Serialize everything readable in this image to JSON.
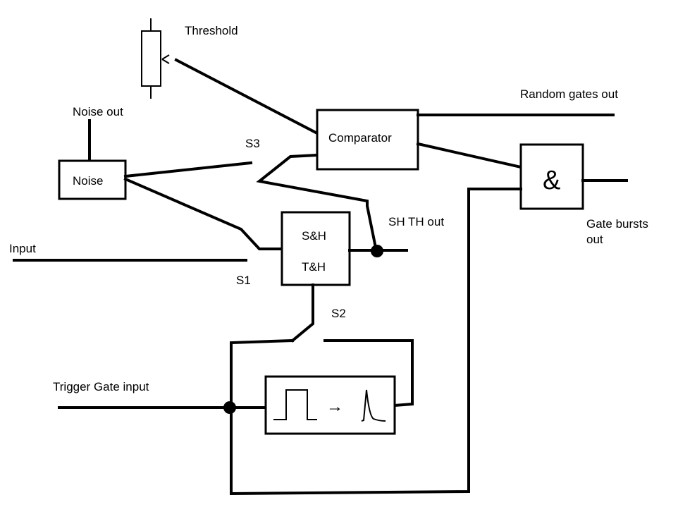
{
  "labels": {
    "threshold": "Threshold",
    "noise_out": "Noise out",
    "noise": "Noise",
    "s3": "S3",
    "comparator": "Comparator",
    "random_gates_out": "Random gates out",
    "and_symbol": "&",
    "gate_bursts_out_line1": "Gate bursts",
    "gate_bursts_out_line2": "out",
    "sh_th_out": "SH TH out",
    "sh": "S&H",
    "th": "T&H",
    "input": "Input",
    "s1": "S1",
    "s2": "S2",
    "trigger_gate_input": "Trigger Gate input",
    "arrow": "→"
  }
}
